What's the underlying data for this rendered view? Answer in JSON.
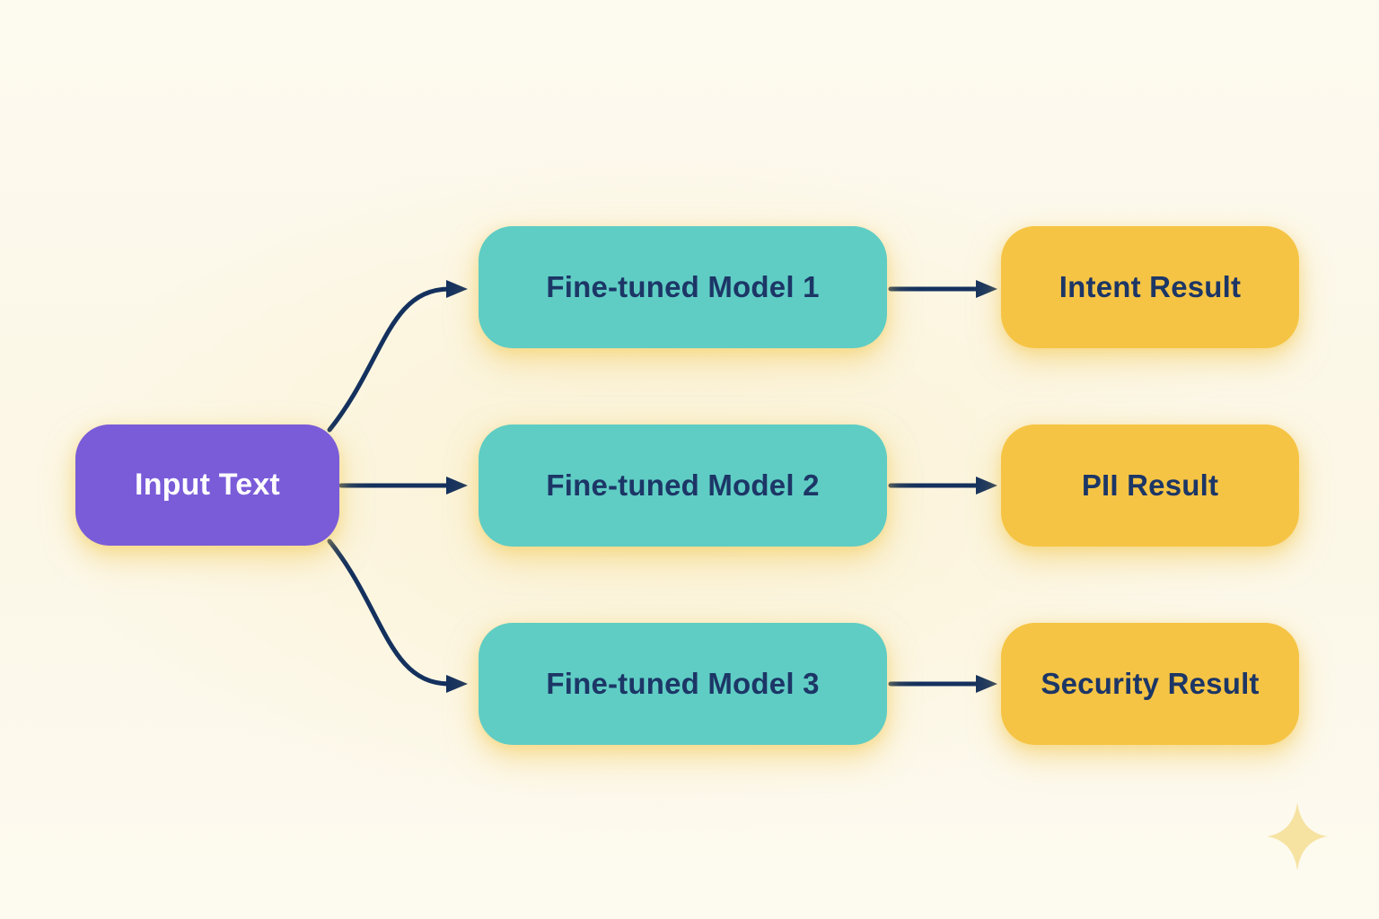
{
  "diagram": {
    "title": "Fine-tuned model routing diagram",
    "nodes": {
      "input": {
        "label": "Input Text",
        "role": "source"
      },
      "model1": {
        "label": "Fine-tuned Model 1",
        "role": "processor"
      },
      "model2": {
        "label": "Fine-tuned Model 2",
        "role": "processor"
      },
      "model3": {
        "label": "Fine-tuned Model 3",
        "role": "processor"
      },
      "result1": {
        "label": "Intent Result",
        "role": "output"
      },
      "result2": {
        "label": "PII Result",
        "role": "output"
      },
      "result3": {
        "label": "Security Result",
        "role": "output"
      }
    },
    "edges": [
      {
        "from": "Input Text",
        "to": "Fine-tuned Model 1"
      },
      {
        "from": "Input Text",
        "to": "Fine-tuned Model 2"
      },
      {
        "from": "Input Text",
        "to": "Fine-tuned Model 3"
      },
      {
        "from": "Fine-tuned Model 1",
        "to": "Intent Result"
      },
      {
        "from": "Fine-tuned Model 2",
        "to": "PII Result"
      },
      {
        "from": "Fine-tuned Model 3",
        "to": "Security Result"
      }
    ],
    "decorations": [
      {
        "icon": "sparkle-icon",
        "position": "bottom-right"
      }
    ],
    "colors": {
      "background": "#FBF2D4",
      "input_fill": "#7A5CD9",
      "model_fill": "#5FCDC4",
      "result_fill": "#F6C444",
      "arrow": "#14315E",
      "text_dark": "#1C3666",
      "text_light": "#FDFCFF",
      "sparkle": "#F6E3A2"
    }
  }
}
